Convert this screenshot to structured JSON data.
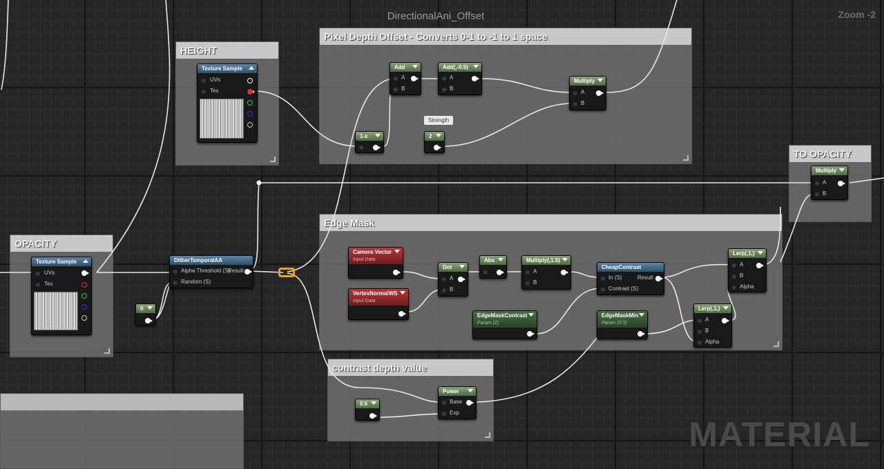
{
  "graph_title": "DirectionalAni_Offset",
  "zoom": "Zoom -2",
  "watermark": "MATERIAL",
  "comments": {
    "height": "HEIGHT",
    "pixel_depth": "Pixel Depth Offset - Converts 0-1 to -1 to 1 space",
    "to_opacity": "TO OPACITY",
    "opacity": "OPACITY",
    "edge_mask": "Edge Mask",
    "contrast": "contrast depth value"
  },
  "nodes": {
    "height_texture": {
      "title": "Texture Sample",
      "pins": [
        "UVs",
        "Tex"
      ]
    },
    "opacity_texture": {
      "title": "Texture Sample",
      "pins": [
        "UVs",
        "Tex"
      ]
    },
    "add": {
      "title": "Add",
      "pins": [
        "A",
        "B"
      ]
    },
    "add_neg": {
      "title": "Add(,-0.5)",
      "pins": [
        "A",
        "B"
      ]
    },
    "multiply_pdo": {
      "title": "Multiply",
      "pins": [
        "A",
        "B"
      ]
    },
    "one_minus": {
      "title": "1-x"
    },
    "strength": {
      "tooltip": "Strength",
      "value": "2"
    },
    "to_opacity_multiply": {
      "title": "Multiply",
      "pins": [
        "A",
        "B"
      ]
    },
    "dither": {
      "title": "DitherTemporalAA",
      "pins": [
        "Alpha Threshold (S)",
        "Random (S)"
      ],
      "output": "Result"
    },
    "zero": {
      "value": "0"
    },
    "camera_vector": {
      "title": "Camera Vector",
      "subtitle": "Input Data"
    },
    "vertex_normal": {
      "title": "VertexNormalWS",
      "subtitle": "Input Data"
    },
    "dot": {
      "title": "Dot",
      "pins": [
        "A",
        "B"
      ]
    },
    "abs": {
      "title": "Abs"
    },
    "multiply_edge": {
      "title": "Multiply(,1.5)",
      "pins": [
        "A",
        "B"
      ]
    },
    "cheap_contrast": {
      "title": "CheapContrast",
      "pins": [
        "In (S)",
        "Contrast (S)"
      ],
      "output": "Result"
    },
    "lerp_top": {
      "title": "Lerp(,1,)",
      "pins": [
        "A",
        "B",
        "Alpha"
      ]
    },
    "lerp_bottom": {
      "title": "Lerp(,1,)",
      "pins": [
        "A",
        "B",
        "Alpha"
      ]
    },
    "edge_mask_contrast": {
      "title": "EdgeMaskContrast",
      "subtitle": "Param (1)"
    },
    "edge_mask_min": {
      "title": "EdgeMaskMin",
      "subtitle": "Param (0.5)"
    },
    "power": {
      "title": "Power",
      "pins": [
        "Base",
        "Exp"
      ]
    },
    "half": {
      "value": "0.5"
    }
  },
  "colors": {
    "comment_bg": "#737373",
    "comment_header": "#c8c8c8",
    "node_bg": "#191919",
    "math_header": "#5e7a52",
    "texture_header": "#4a7090",
    "input_header": "#8a2a2a",
    "param_header": "#3a5a35",
    "reroute": "#f0a020"
  }
}
